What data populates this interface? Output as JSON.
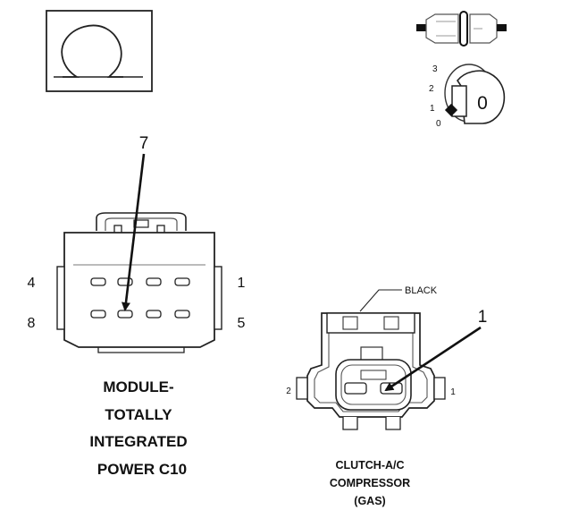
{
  "ohm_symbol": {
    "icon": "ohm-icon",
    "glyph": "Ω"
  },
  "ignition_key": {
    "icon": "ignition-key-off-icon",
    "switch_positions": [
      "3",
      "2",
      "1",
      "0"
    ],
    "key_position": "0"
  },
  "connector_c10": {
    "probe_pin": "7",
    "pin_labels": {
      "top_left": "4",
      "bottom_left": "8",
      "top_right": "1",
      "bottom_right": "5"
    },
    "caption_lines": [
      "MODULE-",
      "TOTALLY",
      "INTEGRATED",
      "POWER C10"
    ]
  },
  "connector_compressor": {
    "color_label": "BLACK",
    "probe_pin": "1",
    "pin_labels": {
      "left": "2",
      "right": "1"
    },
    "caption_lines": [
      "CLUTCH-A/C",
      "COMPRESSOR",
      "(GAS)"
    ]
  }
}
